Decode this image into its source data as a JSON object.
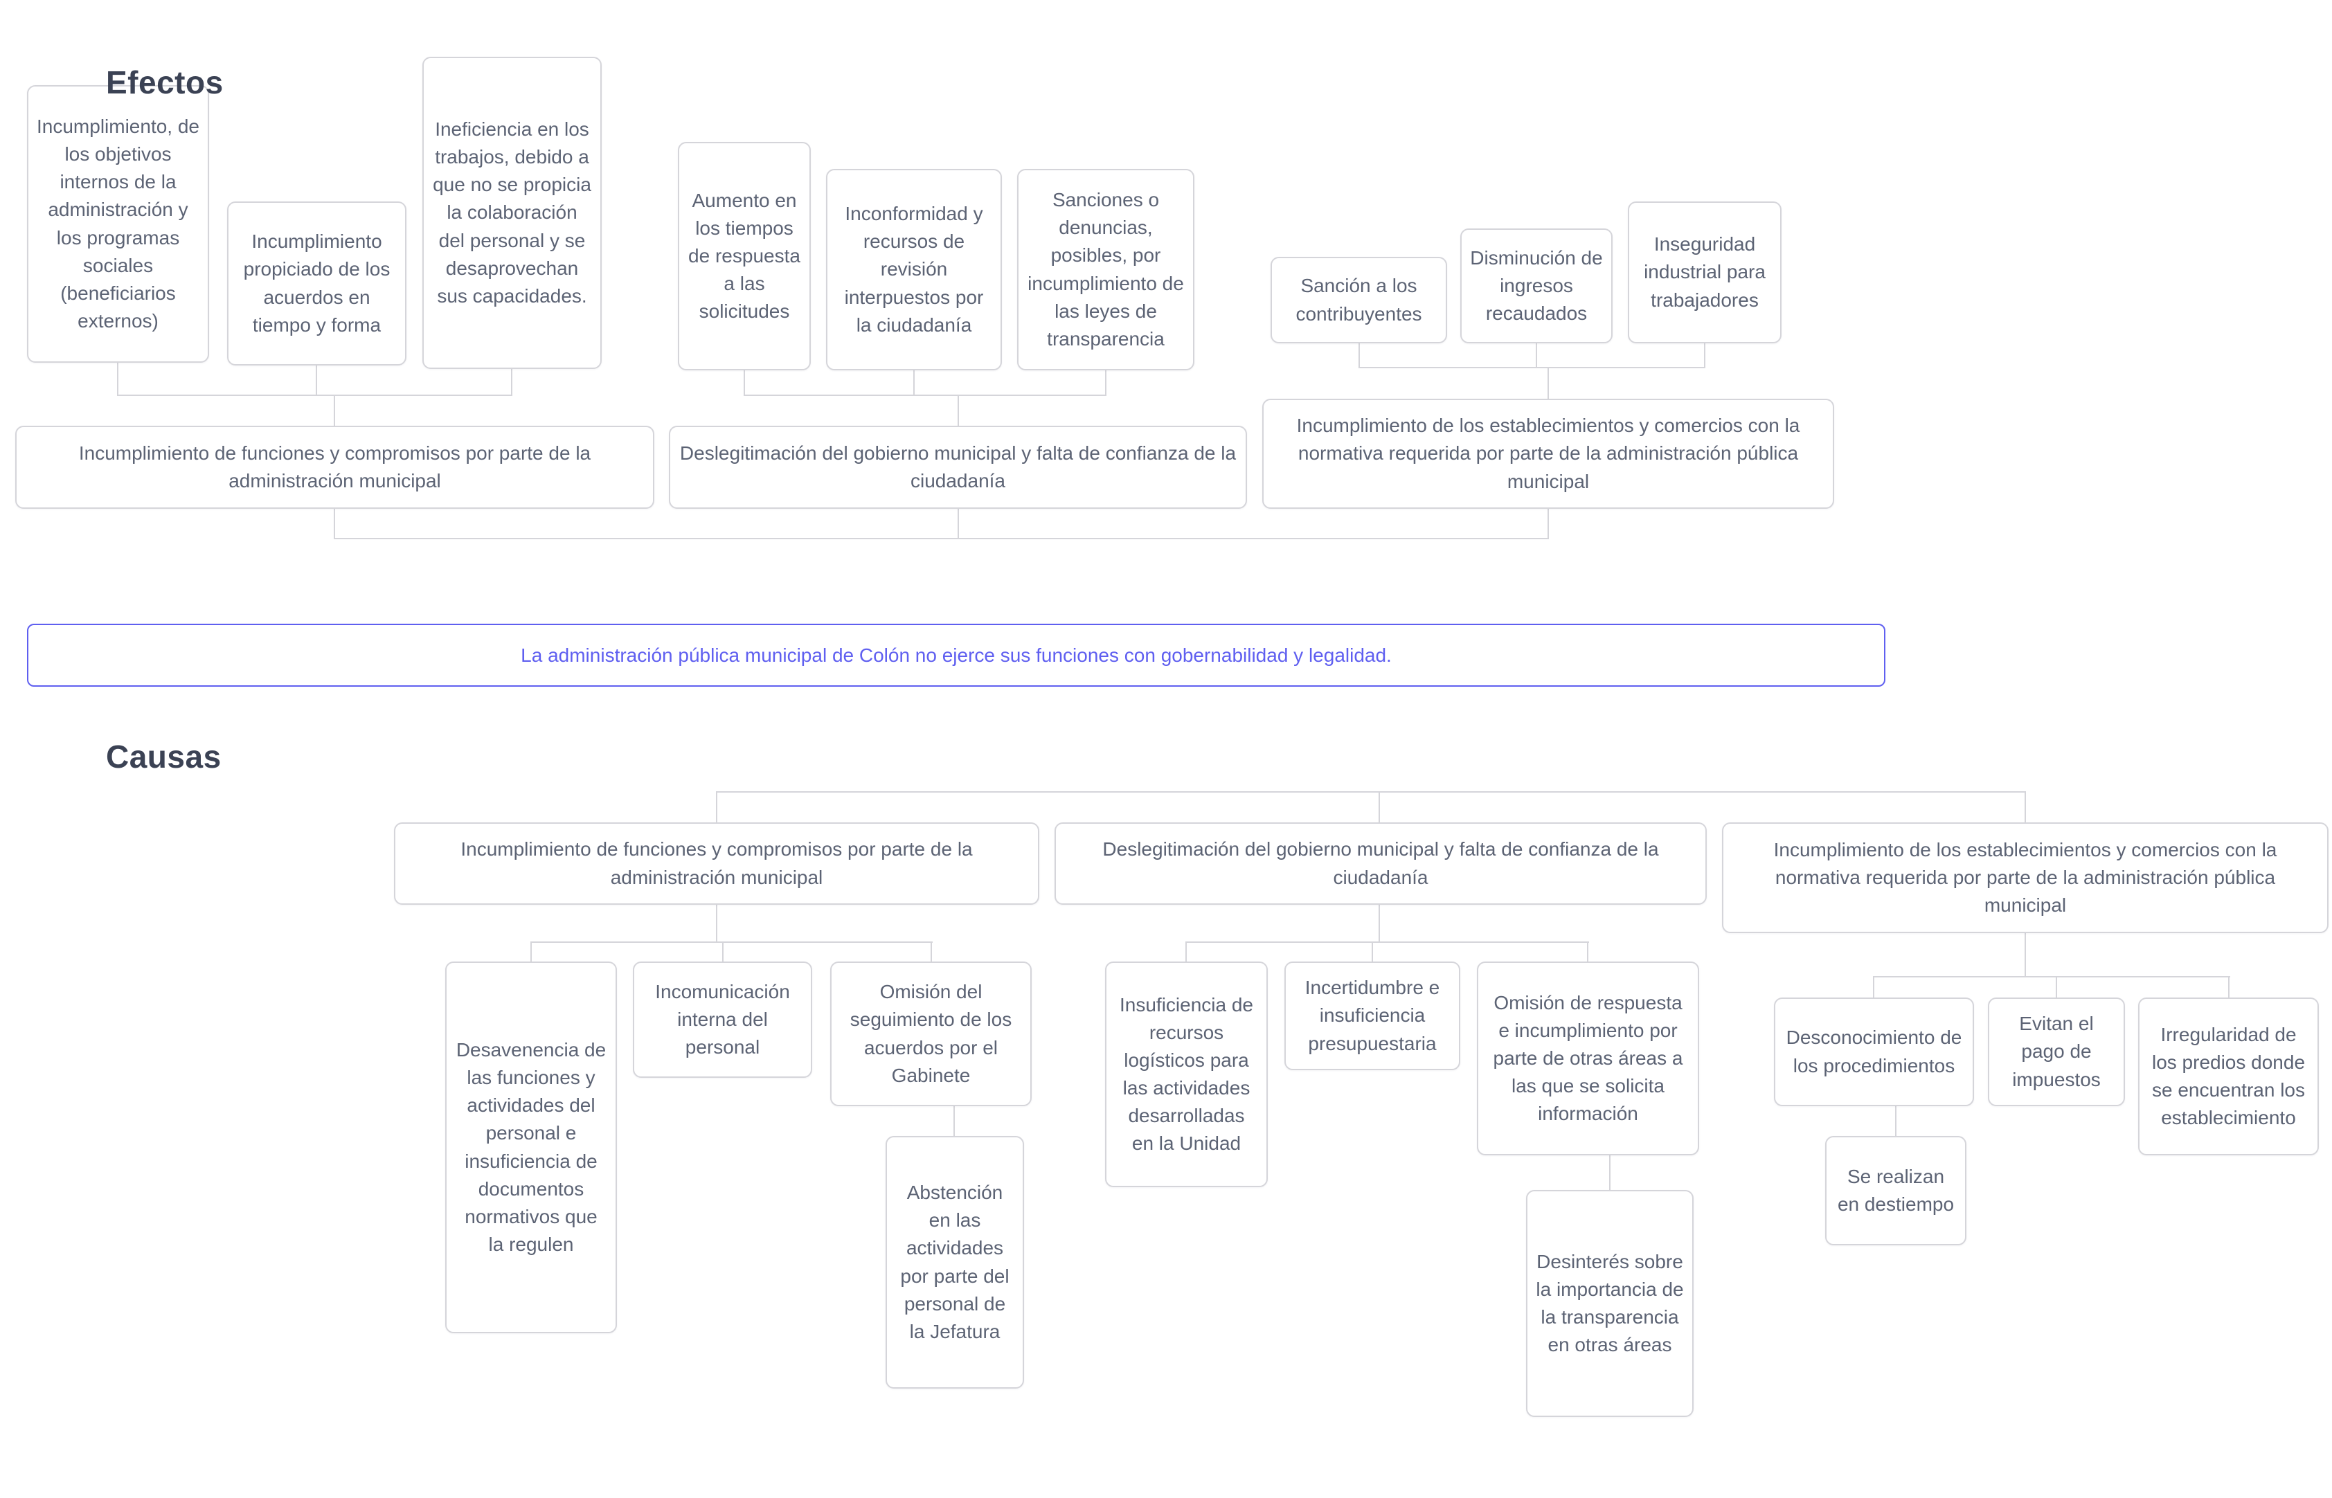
{
  "palette": {
    "accent": "#5f5ff0",
    "box_border": "#d5d5da",
    "text": "#5c6374",
    "heading": "#3b4254",
    "connector": "#d5d5da",
    "background": "#ffffff"
  },
  "headings": {
    "effects": "Efectos",
    "causes": "Causas"
  },
  "central": {
    "text": "La administración pública municipal de Colón no ejerce sus funciones con gobernabilidad y legalidad."
  },
  "effects": {
    "level2": {
      "e1": "Incumplimiento, de los objetivos internos de la administración y los programas sociales (beneficiarios externos)",
      "e2": "Incumplimiento propiciado de los acuerdos en tiempo y forma",
      "e3": "Ineficiencia en los trabajos, debido a que no se propicia la colaboración del personal y se desaprovechan sus capacidades.",
      "e4": "Aumento en los tiempos de respuesta a las solicitudes",
      "e5": "Inconformidad y recursos de revisión interpuestos por la ciudadanía",
      "e6": "Sanciones o denuncias, posibles, por incumplimiento de las leyes de transparencia",
      "e7": "Sanción a los contribuyentes",
      "e8": "Disminución de ingresos recaudados",
      "e9": "Inseguridad industrial para trabajadores"
    },
    "level1": {
      "eb1": "Incumplimiento de funciones y compromisos por parte de la administración municipal",
      "eb2": "Deslegitimación del gobierno municipal y falta de confianza de la ciudadanía",
      "eb3": "Incumplimiento de los establecimientos y comercios con la normativa requerida por parte de la administración pública municipal"
    }
  },
  "causes": {
    "level1": {
      "c1": "Incumplimiento de funciones y compromisos por parte de la administración municipal",
      "c2": "Deslegitimación del gobierno municipal y falta de confianza de la ciudadanía",
      "c3": "Incumplimiento de los establecimientos y comercios con la normativa requerida por parte de la administración pública municipal"
    },
    "level2": {
      "c1a": "Desavenencia de las funciones y actividades del personal e insuficiencia de documentos normativos que la regulen",
      "c1b": "Incomunicación interna del personal",
      "c1c": "Omisión del seguimiento de los acuerdos por el Gabinete",
      "c1c1": "Abstención en las actividades por parte del personal de la Jefatura",
      "c2a": "Insuficiencia de recursos logísticos para las actividades desarrolladas en la Unidad",
      "c2b": "Incertidumbre e insuficiencia presupuestaria",
      "c2c": "Omisión de respuesta e incumplimiento por parte de otras áreas a las que se solicita información",
      "c2c1": "Desinterés sobre la importancia de la transparencia en otras áreas",
      "c3a": "Desconocimiento de los procedimientos",
      "c3b": "Evitan el pago de impuestos",
      "c3c": "Irregularidad de los predios donde se encuentran los establecimiento",
      "c3a1": "Se realizan en destiempo"
    }
  }
}
